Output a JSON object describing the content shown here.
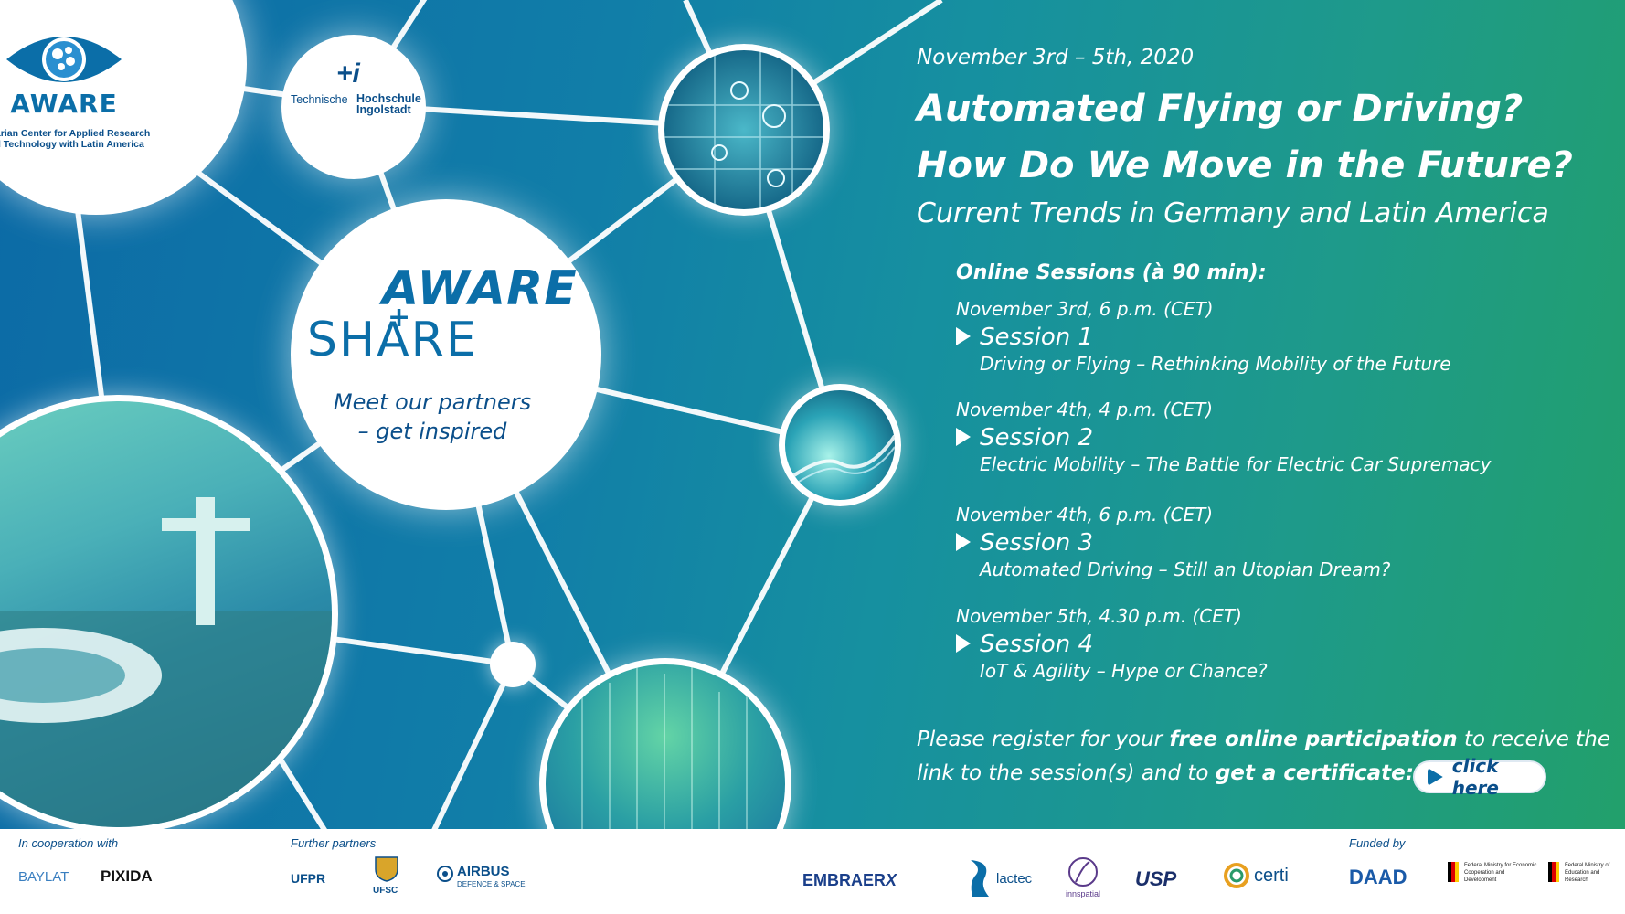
{
  "event": {
    "date": "November 3rd – 5th, 2020",
    "title_line1": "Automated Flying or Driving?",
    "title_line2": "How Do We Move in the Future?",
    "subtitle": "Current Trends in Germany and Latin America"
  },
  "logos": {
    "aware": {
      "name": "AWARE",
      "subtitle_line1": "Bavarian Center for Applied Research",
      "subtitle_line2": "and Technology with Latin America"
    },
    "thi": {
      "mark": "+i",
      "line1": "Technische",
      "line2a": "Hochschule",
      "line2b": "Ingolstadt"
    },
    "aware_share": {
      "top": "AWARE",
      "plus": "+",
      "bottom": "SHARE",
      "tagline_line1": "Meet our partners",
      "tagline_line2": "– get inspired"
    }
  },
  "sessions": {
    "heading": "Online Sessions (à 90 min):",
    "items": [
      {
        "when": "November 3rd, 6 p.m. (CET)",
        "name": "Session 1",
        "topic": "Driving or Flying – Rethinking Mobility of the Future"
      },
      {
        "when": "November 4th, 4 p.m. (CET)",
        "name": "Session 2",
        "topic": "Electric Mobility – The Battle for Electric Car Supremacy"
      },
      {
        "when": "November 4th, 6 p.m. (CET)",
        "name": "Session 3",
        "topic": "Automated Driving – Still an Utopian Dream?"
      },
      {
        "when": "November 5th, 4.30 p.m. (CET)",
        "name": "Session 4",
        "topic": "IoT & Agility – Hype or Chance?"
      }
    ]
  },
  "registration": {
    "line1_a": "Please register for your ",
    "line1_b": "free online participation",
    "line1_c": " to receive the",
    "line2_a": "link to the session(s) and to ",
    "line2_b": "get a certificate:",
    "button": "click here"
  },
  "footer": {
    "cooperation_label": "In cooperation with",
    "cooperation_logos": [
      "BAYLAT",
      "PIXIDA"
    ],
    "partners_label": "Further partners",
    "partner_logos": [
      "UFPR",
      "UFSC",
      "AIRBUS",
      "DEFENCE & SPACE",
      "EMBRAER",
      "X",
      "lactec",
      "innspatial",
      "USP",
      "certi"
    ],
    "funded_label": "Funded by",
    "funders": [
      "DAAD",
      "Federal Ministry for Economic Cooperation and Development",
      "Federal Ministry of Education and Research"
    ]
  },
  "colors": {
    "brand_blue": "#0b6ea8",
    "dark_blue": "#0b4f8a",
    "bg_green": "#22a06a"
  }
}
